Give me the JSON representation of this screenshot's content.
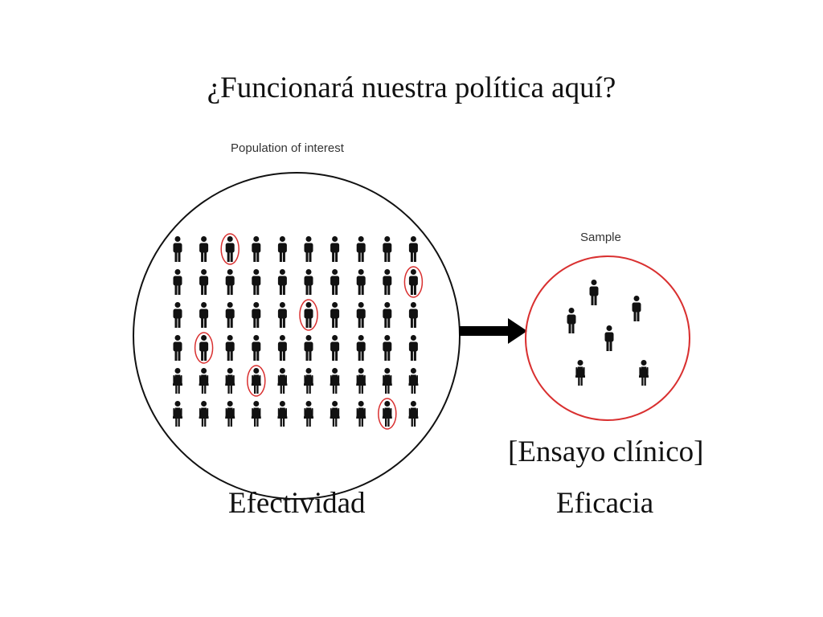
{
  "title": "¿Funcionará nuestra política aquí?",
  "population": {
    "label": "Population of interest",
    "rows": 6,
    "cols": 10,
    "male_rows": 4,
    "circle_color": "#111111",
    "selected": [
      [
        0,
        2
      ],
      [
        1,
        9
      ],
      [
        2,
        5
      ],
      [
        3,
        1
      ],
      [
        4,
        3
      ],
      [
        5,
        8
      ]
    ]
  },
  "sample": {
    "label": "Sample",
    "circle_color": "#d93030",
    "size": 6
  },
  "highlight_color": "#d93030",
  "labels": {
    "effectiveness": "Efectividad",
    "clinical_trial": "[Ensayo clínico]",
    "efficacy": "Eficacia"
  }
}
